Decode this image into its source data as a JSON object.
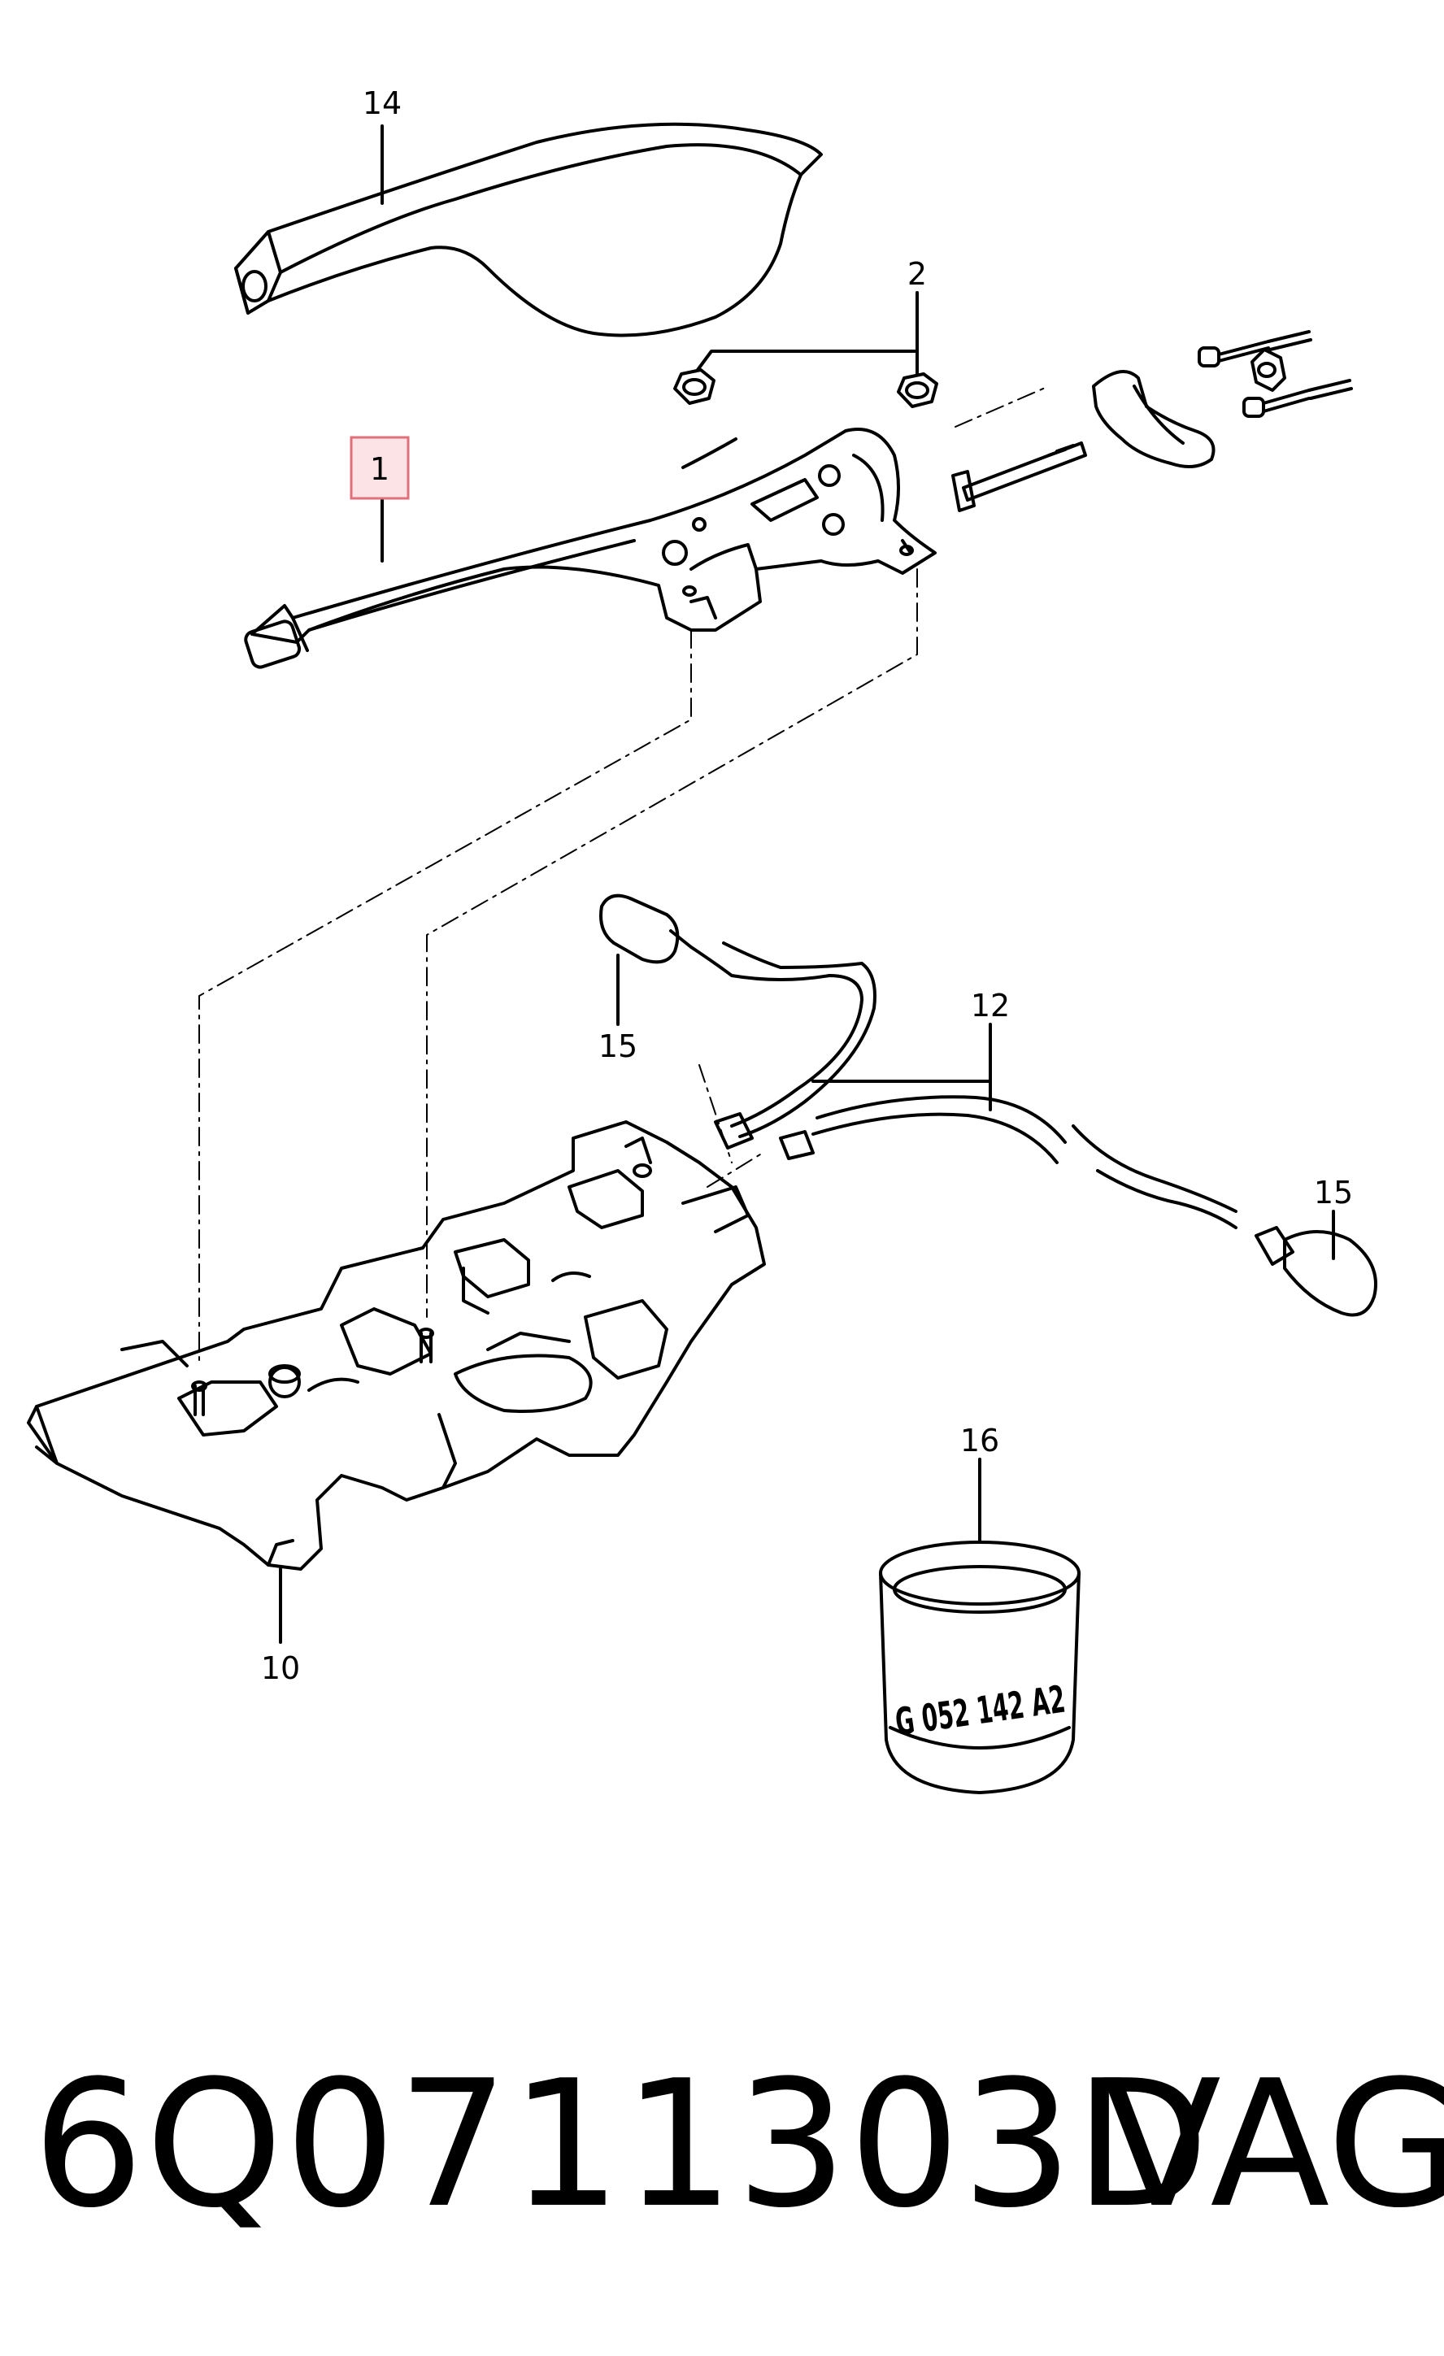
{
  "callouts": {
    "c14": "14",
    "c2": "2",
    "c1": "1",
    "c15a": "15",
    "c12": "12",
    "c15b": "15",
    "c16": "16",
    "c10": "10"
  },
  "grease_tin_label": "G 052 142 A2",
  "part_number": "6Q0711303D",
  "brand": "VAG",
  "colors": {
    "line": "#000000",
    "highlight_fill": "#fbe3e6",
    "highlight_border": "#e0707a"
  }
}
